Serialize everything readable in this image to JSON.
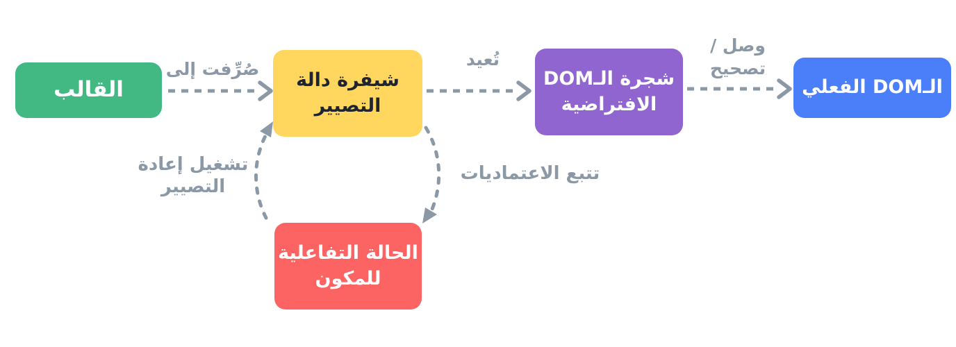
{
  "colors": {
    "background": "#ffffff",
    "template": "#42b883",
    "render_fn": "#ffd65e",
    "vdom": "#9065d0",
    "dom": "#4b7ef9",
    "state": "#fc6464",
    "arrow": "#8b98a5",
    "label": "#8b98a5",
    "node_text": "#ffffff",
    "dark_text": "#1e2430"
  },
  "nodes": {
    "template": {
      "label": "القالب"
    },
    "render_function": {
      "line1": "شيفرة دالة",
      "line2": "التصيير"
    },
    "virtual_dom": {
      "line1": "شجرة الـDOM",
      "line2": "الافتراضية"
    },
    "actual_dom": {
      "label": "الـDOM الفعلي"
    },
    "reactive_state": {
      "line1": "الحالة التفاعلية",
      "line2": "للمكون"
    }
  },
  "edges": {
    "compiled_to": {
      "label": "صُرِّفت إلى"
    },
    "returns": {
      "label": "تُعيد"
    },
    "mount_patch": {
      "line1": "وصل /",
      "line2": "تصحيح"
    },
    "track_dependencies": {
      "label": "تتبع الاعتماديات"
    },
    "trigger_rerender": {
      "line1": "تشغيل إعادة",
      "line2": "التصيير"
    }
  }
}
